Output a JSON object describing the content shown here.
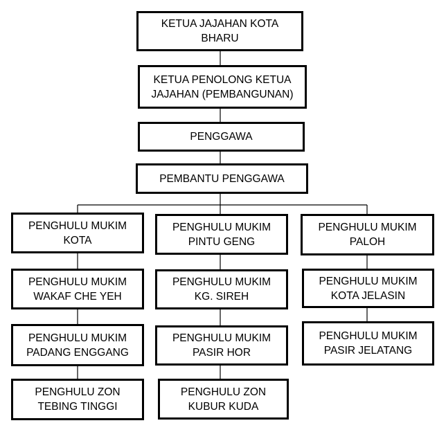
{
  "chart": {
    "top": [
      "KETUA JAJAHAN KOTA BHARU",
      "KETUA PENOLONG KETUA JAJAHAN (PEMBANGUNAN)",
      "PENGGAWA",
      "PEMBANTU PENGGAWA"
    ],
    "col1": [
      "PENGHULU MUKIM KOTA",
      "PENGHULU MUKIM WAKAF CHE YEH",
      "PENGHULU MUKIM PADANG ENGGANG",
      "PENGHULU ZON TEBING TINGGI"
    ],
    "col2": [
      "PENGHULU MUKIM PINTU GENG",
      "PENGHULU MUKIM KG. SIREH",
      "PENGHULU MUKIM PASIR HOR",
      "PENGHULU ZON KUBUR KUDA"
    ],
    "col3": [
      "PENGHULU MUKIM PALOH",
      "PENGHULU MUKIM KOTA JELASIN",
      "PENGHULU MUKIM PASIR JELATANG"
    ]
  }
}
